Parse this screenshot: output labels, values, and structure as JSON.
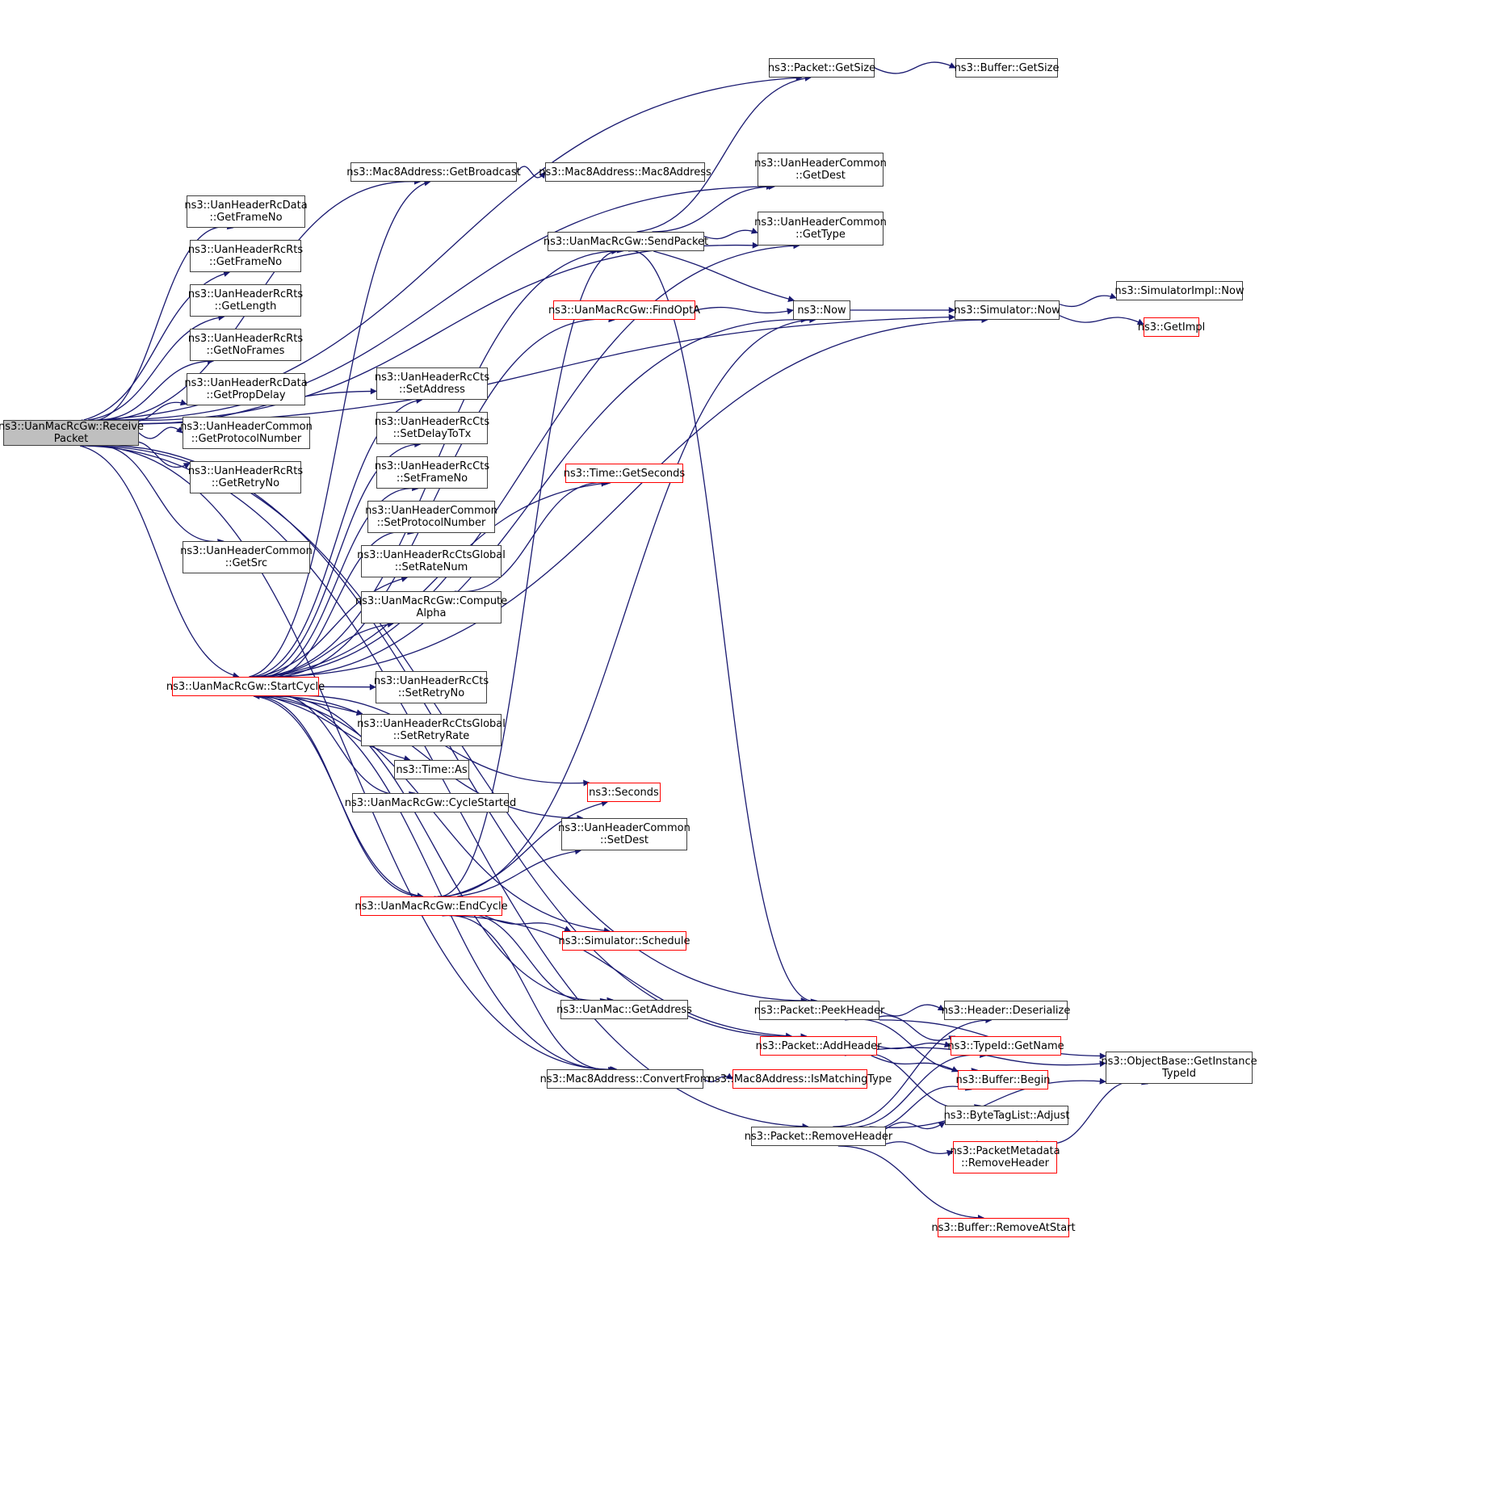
{
  "graph": {
    "type": "call-graph",
    "edge_color": "#191970",
    "nodes": [
      {
        "id": "root",
        "lines": [
          "ns3::UanMacRcGw::Receive",
          "Packet"
        ],
        "style": "root"
      },
      {
        "id": "getsize",
        "lines": [
          "ns3::Packet::GetSize"
        ],
        "style": "normal"
      },
      {
        "id": "bufgetsize",
        "lines": [
          "ns3::Buffer::GetSize"
        ],
        "style": "normal"
      },
      {
        "id": "getbroadcast",
        "lines": [
          "ns3::Mac8Address::GetBroadcast"
        ],
        "style": "normal"
      },
      {
        "id": "mac8address",
        "lines": [
          "ns3::Mac8Address::Mac8Address"
        ],
        "style": "normal"
      },
      {
        "id": "getdest",
        "lines": [
          "ns3::UanHeaderCommon",
          "::GetDest"
        ],
        "style": "normal"
      },
      {
        "id": "gettype",
        "lines": [
          "ns3::UanHeaderCommon",
          "::GetType"
        ],
        "style": "normal"
      },
      {
        "id": "sendpacket",
        "lines": [
          "ns3::UanMacRcGw::SendPacket"
        ],
        "style": "normal"
      },
      {
        "id": "findopta",
        "lines": [
          "ns3::UanMacRcGw::FindOptA"
        ],
        "style": "red"
      },
      {
        "id": "now",
        "lines": [
          "ns3::Now"
        ],
        "style": "normal"
      },
      {
        "id": "simnow",
        "lines": [
          "ns3::Simulator::Now"
        ],
        "style": "normal"
      },
      {
        "id": "simimplnow",
        "lines": [
          "ns3::SimulatorImpl::Now"
        ],
        "style": "normal"
      },
      {
        "id": "getimpl",
        "lines": [
          "ns3::GetImpl"
        ],
        "style": "red"
      },
      {
        "id": "rcdata_frameno",
        "lines": [
          "ns3::UanHeaderRcData",
          "::GetFrameNo"
        ],
        "style": "normal"
      },
      {
        "id": "rcrts_frameno",
        "lines": [
          "ns3::UanHeaderRcRts",
          "::GetFrameNo"
        ],
        "style": "normal"
      },
      {
        "id": "rcrts_length",
        "lines": [
          "ns3::UanHeaderRcRts",
          "::GetLength"
        ],
        "style": "normal"
      },
      {
        "id": "rcrts_noframes",
        "lines": [
          "ns3::UanHeaderRcRts",
          "::GetNoFrames"
        ],
        "style": "normal"
      },
      {
        "id": "rcdata_propdelay",
        "lines": [
          "ns3::UanHeaderRcData",
          "::GetPropDelay"
        ],
        "style": "normal"
      },
      {
        "id": "common_protonum",
        "lines": [
          "ns3::UanHeaderCommon",
          "::GetProtocolNumber"
        ],
        "style": "normal"
      },
      {
        "id": "rcrts_retryno",
        "lines": [
          "ns3::UanHeaderRcRts",
          "::GetRetryNo"
        ],
        "style": "normal"
      },
      {
        "id": "common_getsrc",
        "lines": [
          "ns3::UanHeaderCommon",
          "::GetSrc"
        ],
        "style": "normal"
      },
      {
        "id": "cts_setaddress",
        "lines": [
          "ns3::UanHeaderRcCts",
          "::SetAddress"
        ],
        "style": "normal"
      },
      {
        "id": "cts_setdelay",
        "lines": [
          "ns3::UanHeaderRcCts",
          "::SetDelayToTx"
        ],
        "style": "normal"
      },
      {
        "id": "cts_setframeno",
        "lines": [
          "ns3::UanHeaderRcCts",
          "::SetFrameNo"
        ],
        "style": "normal"
      },
      {
        "id": "common_setproto",
        "lines": [
          "ns3::UanHeaderCommon",
          "::SetProtocolNumber"
        ],
        "style": "normal"
      },
      {
        "id": "ctsg_setratenum",
        "lines": [
          "ns3::UanHeaderRcCtsGlobal",
          "::SetRateNum"
        ],
        "style": "normal"
      },
      {
        "id": "computealpha",
        "lines": [
          "ns3::UanMacRcGw::Compute",
          "Alpha"
        ],
        "style": "normal"
      },
      {
        "id": "getseconds",
        "lines": [
          "ns3::Time::GetSeconds"
        ],
        "style": "red"
      },
      {
        "id": "startcycle",
        "lines": [
          "ns3::UanMacRcGw::StartCycle"
        ],
        "style": "red"
      },
      {
        "id": "cts_setretryno",
        "lines": [
          "ns3::UanHeaderRcCts",
          "::SetRetryNo"
        ],
        "style": "normal"
      },
      {
        "id": "ctsg_setretryrate",
        "lines": [
          "ns3::UanHeaderRcCtsGlobal",
          "::SetRetryRate"
        ],
        "style": "normal"
      },
      {
        "id": "timeas",
        "lines": [
          "ns3::Time::As"
        ],
        "style": "normal"
      },
      {
        "id": "cyclestarted",
        "lines": [
          "ns3::UanMacRcGw::CycleStarted"
        ],
        "style": "normal"
      },
      {
        "id": "seconds",
        "lines": [
          "ns3::Seconds"
        ],
        "style": "red"
      },
      {
        "id": "common_setdest",
        "lines": [
          "ns3::UanHeaderCommon",
          "::SetDest"
        ],
        "style": "normal"
      },
      {
        "id": "endcycle",
        "lines": [
          "ns3::UanMacRcGw::EndCycle"
        ],
        "style": "red"
      },
      {
        "id": "schedule",
        "lines": [
          "ns3::Simulator::Schedule"
        ],
        "style": "red"
      },
      {
        "id": "uanmac_getaddress",
        "lines": [
          "ns3::UanMac::GetAddress"
        ],
        "style": "normal"
      },
      {
        "id": "convertfrom",
        "lines": [
          "ns3::Mac8Address::ConvertFrom"
        ],
        "style": "normal"
      },
      {
        "id": "ismatchingtype",
        "lines": [
          "ns3::Mac8Address::IsMatchingType"
        ],
        "style": "red"
      },
      {
        "id": "peekheader",
        "lines": [
          "ns3::Packet::PeekHeader"
        ],
        "style": "normal"
      },
      {
        "id": "addheader",
        "lines": [
          "ns3::Packet::AddHeader"
        ],
        "style": "red"
      },
      {
        "id": "removeheader",
        "lines": [
          "ns3::Packet::RemoveHeader"
        ],
        "style": "normal"
      },
      {
        "id": "deserialize",
        "lines": [
          "ns3::Header::Deserialize"
        ],
        "style": "normal"
      },
      {
        "id": "typeid_getname",
        "lines": [
          "ns3::TypeId::GetName"
        ],
        "style": "red"
      },
      {
        "id": "buffer_begin",
        "lines": [
          "ns3::Buffer::Begin"
        ],
        "style": "red"
      },
      {
        "id": "bytetaglist_adjust",
        "lines": [
          "ns3::ByteTagList::Adjust"
        ],
        "style": "normal"
      },
      {
        "id": "pm_removeheader",
        "lines": [
          "ns3::PacketMetadata",
          "::RemoveHeader"
        ],
        "style": "red"
      },
      {
        "id": "removeatstart",
        "lines": [
          "ns3::Buffer::RemoveAtStart"
        ],
        "style": "red"
      },
      {
        "id": "getinstancetypeid",
        "lines": [
          "ns3::ObjectBase::GetInstance",
          "TypeId"
        ],
        "style": "normal"
      }
    ],
    "edges": [
      [
        "root",
        "getsize"
      ],
      [
        "root",
        "simnow"
      ],
      [
        "root",
        "getdest"
      ],
      [
        "root",
        "getbroadcast"
      ],
      [
        "root",
        "rcdata_frameno"
      ],
      [
        "root",
        "rcrts_frameno"
      ],
      [
        "root",
        "rcrts_length"
      ],
      [
        "root",
        "rcrts_noframes"
      ],
      [
        "root",
        "rcdata_propdelay"
      ],
      [
        "root",
        "common_protonum"
      ],
      [
        "root",
        "rcrts_retryno"
      ],
      [
        "root",
        "common_getsrc"
      ],
      [
        "root",
        "cts_setaddress"
      ],
      [
        "root",
        "gettype"
      ],
      [
        "root",
        "startcycle"
      ],
      [
        "root",
        "addheader"
      ],
      [
        "root",
        "convertfrom"
      ],
      [
        "root",
        "peekheader"
      ],
      [
        "root",
        "removeheader"
      ],
      [
        "getsize",
        "bufgetsize"
      ],
      [
        "getbroadcast",
        "mac8address"
      ],
      [
        "sendpacket",
        "getsize"
      ],
      [
        "sendpacket",
        "getdest"
      ],
      [
        "sendpacket",
        "gettype"
      ],
      [
        "sendpacket",
        "now"
      ],
      [
        "sendpacket",
        "peekheader"
      ],
      [
        "findopta",
        "now"
      ],
      [
        "now",
        "simnow"
      ],
      [
        "simnow",
        "simimplnow"
      ],
      [
        "simnow",
        "getimpl"
      ],
      [
        "startcycle",
        "getbroadcast"
      ],
      [
        "startcycle",
        "gettype"
      ],
      [
        "startcycle",
        "sendpacket"
      ],
      [
        "startcycle",
        "now"
      ],
      [
        "startcycle",
        "findopta"
      ],
      [
        "startcycle",
        "getseconds"
      ],
      [
        "startcycle",
        "cts_setaddress"
      ],
      [
        "startcycle",
        "cts_setdelay"
      ],
      [
        "startcycle",
        "cts_setframeno"
      ],
      [
        "startcycle",
        "common_setproto"
      ],
      [
        "startcycle",
        "ctsg_setratenum"
      ],
      [
        "startcycle",
        "computealpha"
      ],
      [
        "startcycle",
        "cts_setretryno"
      ],
      [
        "startcycle",
        "ctsg_setretryrate"
      ],
      [
        "startcycle",
        "timeas"
      ],
      [
        "startcycle",
        "cyclestarted"
      ],
      [
        "startcycle",
        "seconds"
      ],
      [
        "startcycle",
        "common_setdest"
      ],
      [
        "startcycle",
        "endcycle"
      ],
      [
        "startcycle",
        "schedule"
      ],
      [
        "startcycle",
        "uanmac_getaddress"
      ],
      [
        "startcycle",
        "convertfrom"
      ],
      [
        "startcycle",
        "simnow"
      ],
      [
        "computealpha",
        "getseconds"
      ],
      [
        "endcycle",
        "sendpacket"
      ],
      [
        "endcycle",
        "seconds"
      ],
      [
        "endcycle",
        "common_setdest"
      ],
      [
        "endcycle",
        "now"
      ],
      [
        "endcycle",
        "addheader"
      ],
      [
        "endcycle",
        "schedule"
      ],
      [
        "endcycle",
        "uanmac_getaddress"
      ],
      [
        "endcycle",
        "convertfrom"
      ],
      [
        "endcycle",
        "startcycle"
      ],
      [
        "convertfrom",
        "ismatchingtype"
      ],
      [
        "peekheader",
        "deserialize"
      ],
      [
        "peekheader",
        "typeid_getname"
      ],
      [
        "peekheader",
        "buffer_begin"
      ],
      [
        "peekheader",
        "getinstancetypeid"
      ],
      [
        "addheader",
        "typeid_getname"
      ],
      [
        "addheader",
        "buffer_begin"
      ],
      [
        "addheader",
        "bytetaglist_adjust"
      ],
      [
        "addheader",
        "getinstancetypeid"
      ],
      [
        "removeheader",
        "deserialize"
      ],
      [
        "removeheader",
        "typeid_getname"
      ],
      [
        "removeheader",
        "buffer_begin"
      ],
      [
        "removeheader",
        "bytetaglist_adjust"
      ],
      [
        "removeheader",
        "pm_removeheader"
      ],
      [
        "removeheader",
        "removeatstart"
      ],
      [
        "removeheader",
        "getinstancetypeid"
      ],
      [
        "pm_removeheader",
        "getinstancetypeid"
      ]
    ]
  }
}
